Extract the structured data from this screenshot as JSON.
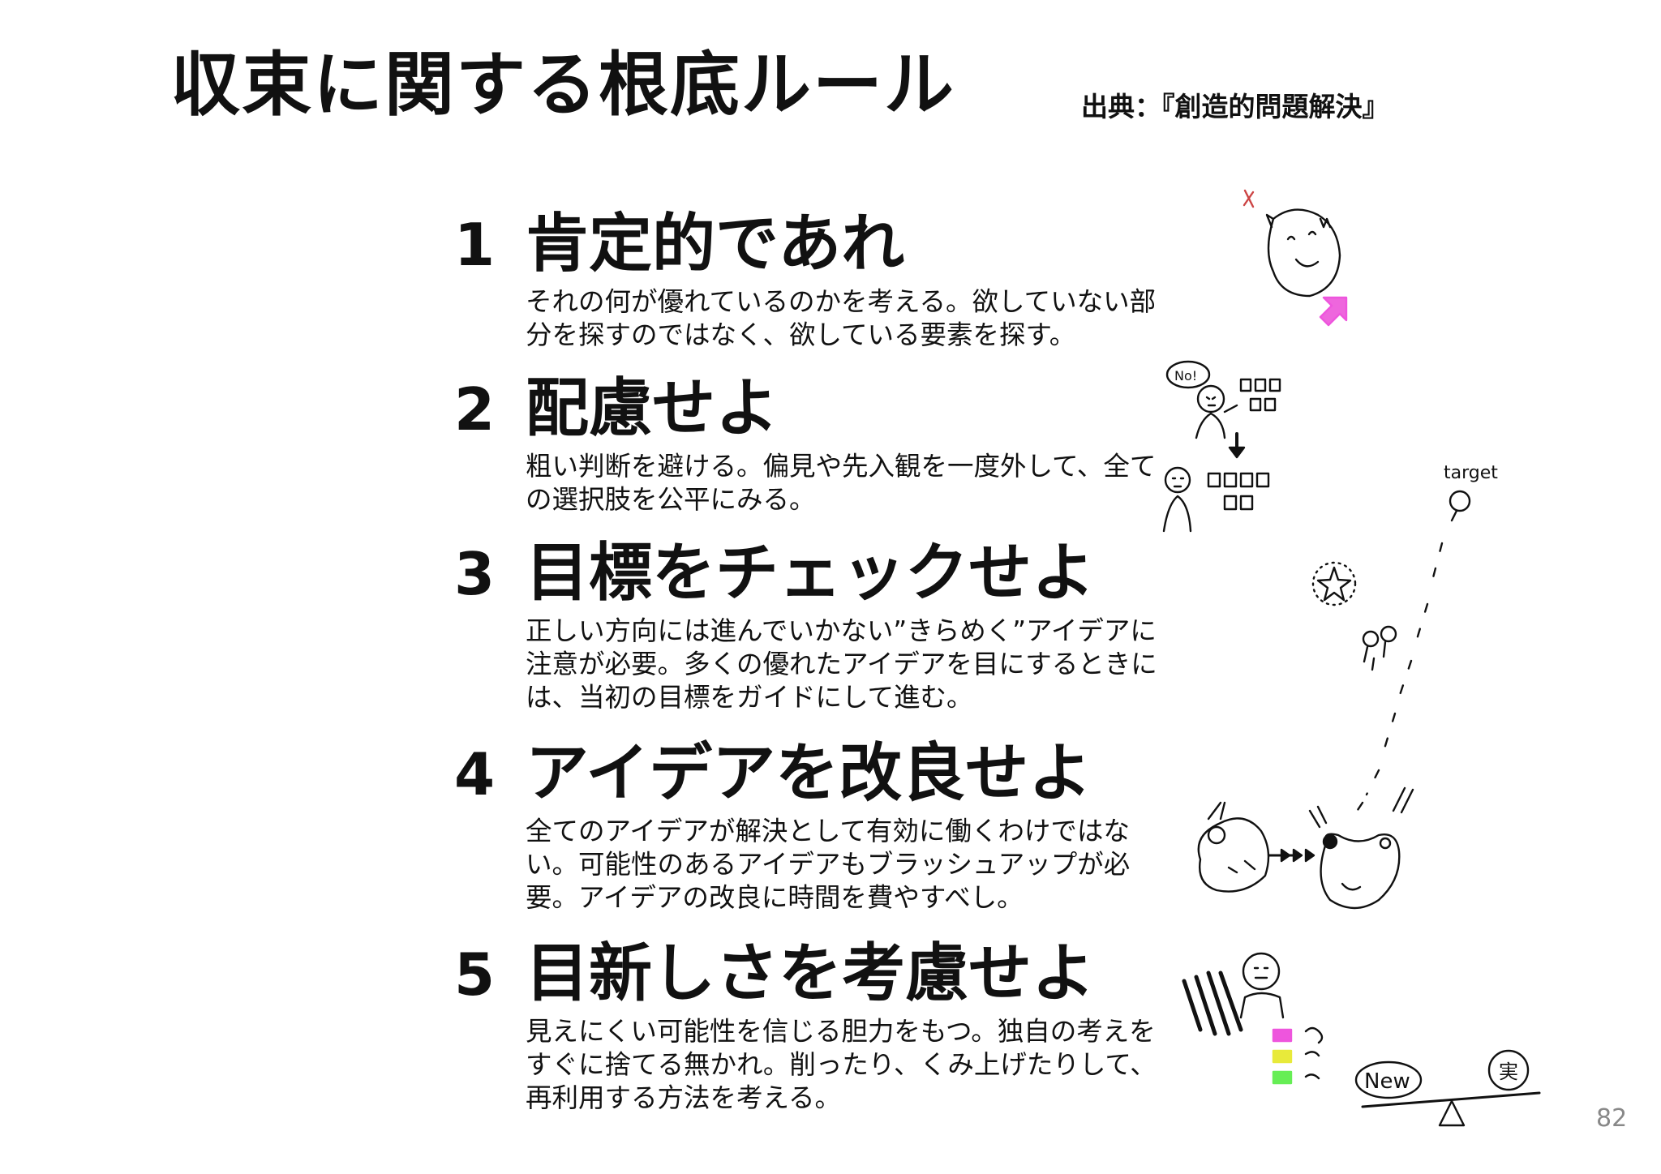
{
  "slide": {
    "title": "収束に関する根底ルール",
    "source": "出典：『創造的問題解決』",
    "page_number": "82"
  },
  "rules": [
    {
      "number": "1",
      "title": "肯定的であれ",
      "description": "それの何が優れているのかを考える。欲していない部分を探すのではなく、欲している要素を探す。"
    },
    {
      "number": "2",
      "title": "配慮せよ",
      "description": "粗い判断を避ける。偏見や先入観を一度外して、全ての選択肢を公平にみる。"
    },
    {
      "number": "3",
      "title": "目標をチェックせよ",
      "description": "正しい方向には進んでいかない”きらめく”アイデアに注意が必要。多くの優れたアイデアを目にするときには、当初の目標をガイドにして進む。"
    },
    {
      "number": "4",
      "title": "アイデアを改良せよ",
      "description": "全てのアイデアが解決として有効に働くわけではない。可能性のあるアイデアもブラッシュアップが必要。アイデアの改良に時間を費やすべし。"
    },
    {
      "number": "5",
      "title": "目新しさを考慮せよ",
      "description": "見えにくい可能性を信じる胆力をもつ。独自の考えをすぐに捨てる無かれ。削ったり、くみ上げたりして、再利用する方法を考える。"
    }
  ],
  "sketches": {
    "balance_left_label": "New",
    "balance_right_label": "実",
    "target_label": "target",
    "no_label": "No!",
    "accent_colors": {
      "pink": "#ee55dd",
      "yellow": "#e8ea3a",
      "green": "#66ee55"
    }
  }
}
